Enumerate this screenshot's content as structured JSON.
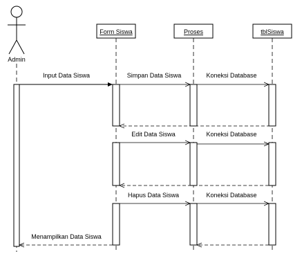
{
  "actor": {
    "name": "Admin"
  },
  "lifelines": [
    {
      "id": "form",
      "name": "Form Siswa"
    },
    {
      "id": "proses",
      "name": "Proses"
    },
    {
      "id": "tbl",
      "name": "tblSiswa"
    }
  ],
  "messages": [
    {
      "label": "Input Data Siswa",
      "from": "actor",
      "to": "form",
      "type": "sync-filled"
    },
    {
      "label": "Simpan Data Siswa",
      "from": "form",
      "to": "proses",
      "type": "sync"
    },
    {
      "label": "Koneksi Database",
      "from": "proses",
      "to": "tbl",
      "type": "sync"
    },
    {
      "label": "",
      "from": "tbl",
      "to": "form",
      "type": "return"
    },
    {
      "label": "Edit Data Siswa",
      "from": "form",
      "to": "proses",
      "type": "sync"
    },
    {
      "label": "Koneksi Database",
      "from": "proses",
      "to": "tbl",
      "type": "sync"
    },
    {
      "label": "",
      "from": "tbl",
      "to": "form",
      "type": "return"
    },
    {
      "label": "Hapus Data Siswa",
      "from": "form",
      "to": "proses",
      "type": "sync"
    },
    {
      "label": "Koneksi Database",
      "from": "proses",
      "to": "tbl",
      "type": "sync"
    },
    {
      "label": "",
      "from": "tbl",
      "to": "proses",
      "type": "return"
    },
    {
      "label": "Menampilkan Data Siswa",
      "from": "form",
      "to": "actor",
      "type": "return"
    }
  ]
}
